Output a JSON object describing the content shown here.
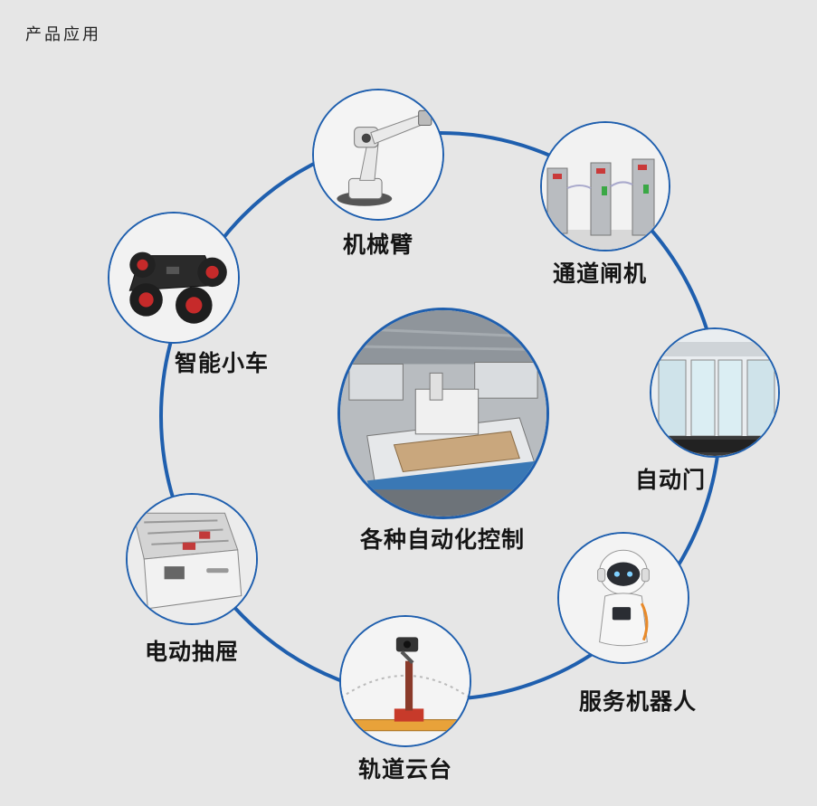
{
  "header": {
    "title": "产品应用"
  },
  "diagram": {
    "ring_color": "#1f5fae",
    "center": {
      "label": "各种自动化控制",
      "icon": "cnc-factory-icon"
    },
    "items": [
      {
        "label": "机械臂",
        "icon": "robotic-arm-icon"
      },
      {
        "label": "通道闸机",
        "icon": "turnstile-gate-icon"
      },
      {
        "label": "自动门",
        "icon": "automatic-door-icon"
      },
      {
        "label": "服务机器人",
        "icon": "service-robot-icon"
      },
      {
        "label": "轨道云台",
        "icon": "track-gimbal-icon"
      },
      {
        "label": "电动抽屉",
        "icon": "electric-drawer-icon"
      },
      {
        "label": "智能小车",
        "icon": "smart-car-icon"
      }
    ]
  }
}
